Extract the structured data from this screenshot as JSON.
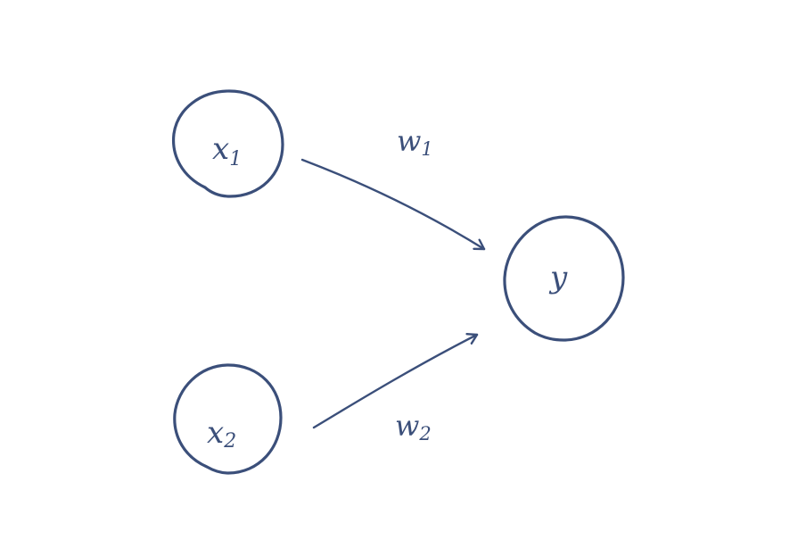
{
  "colors": {
    "background": "#ffffff",
    "ink": "#3b4f7a"
  },
  "nodes": {
    "x1": {
      "symbol": "x",
      "subscript": "1"
    },
    "x2": {
      "symbol": "x",
      "subscript": "2"
    },
    "y": {
      "symbol": "y"
    }
  },
  "edges": {
    "w1": {
      "symbol": "w",
      "subscript": "1"
    },
    "w2": {
      "symbol": "w",
      "subscript": "2"
    }
  }
}
